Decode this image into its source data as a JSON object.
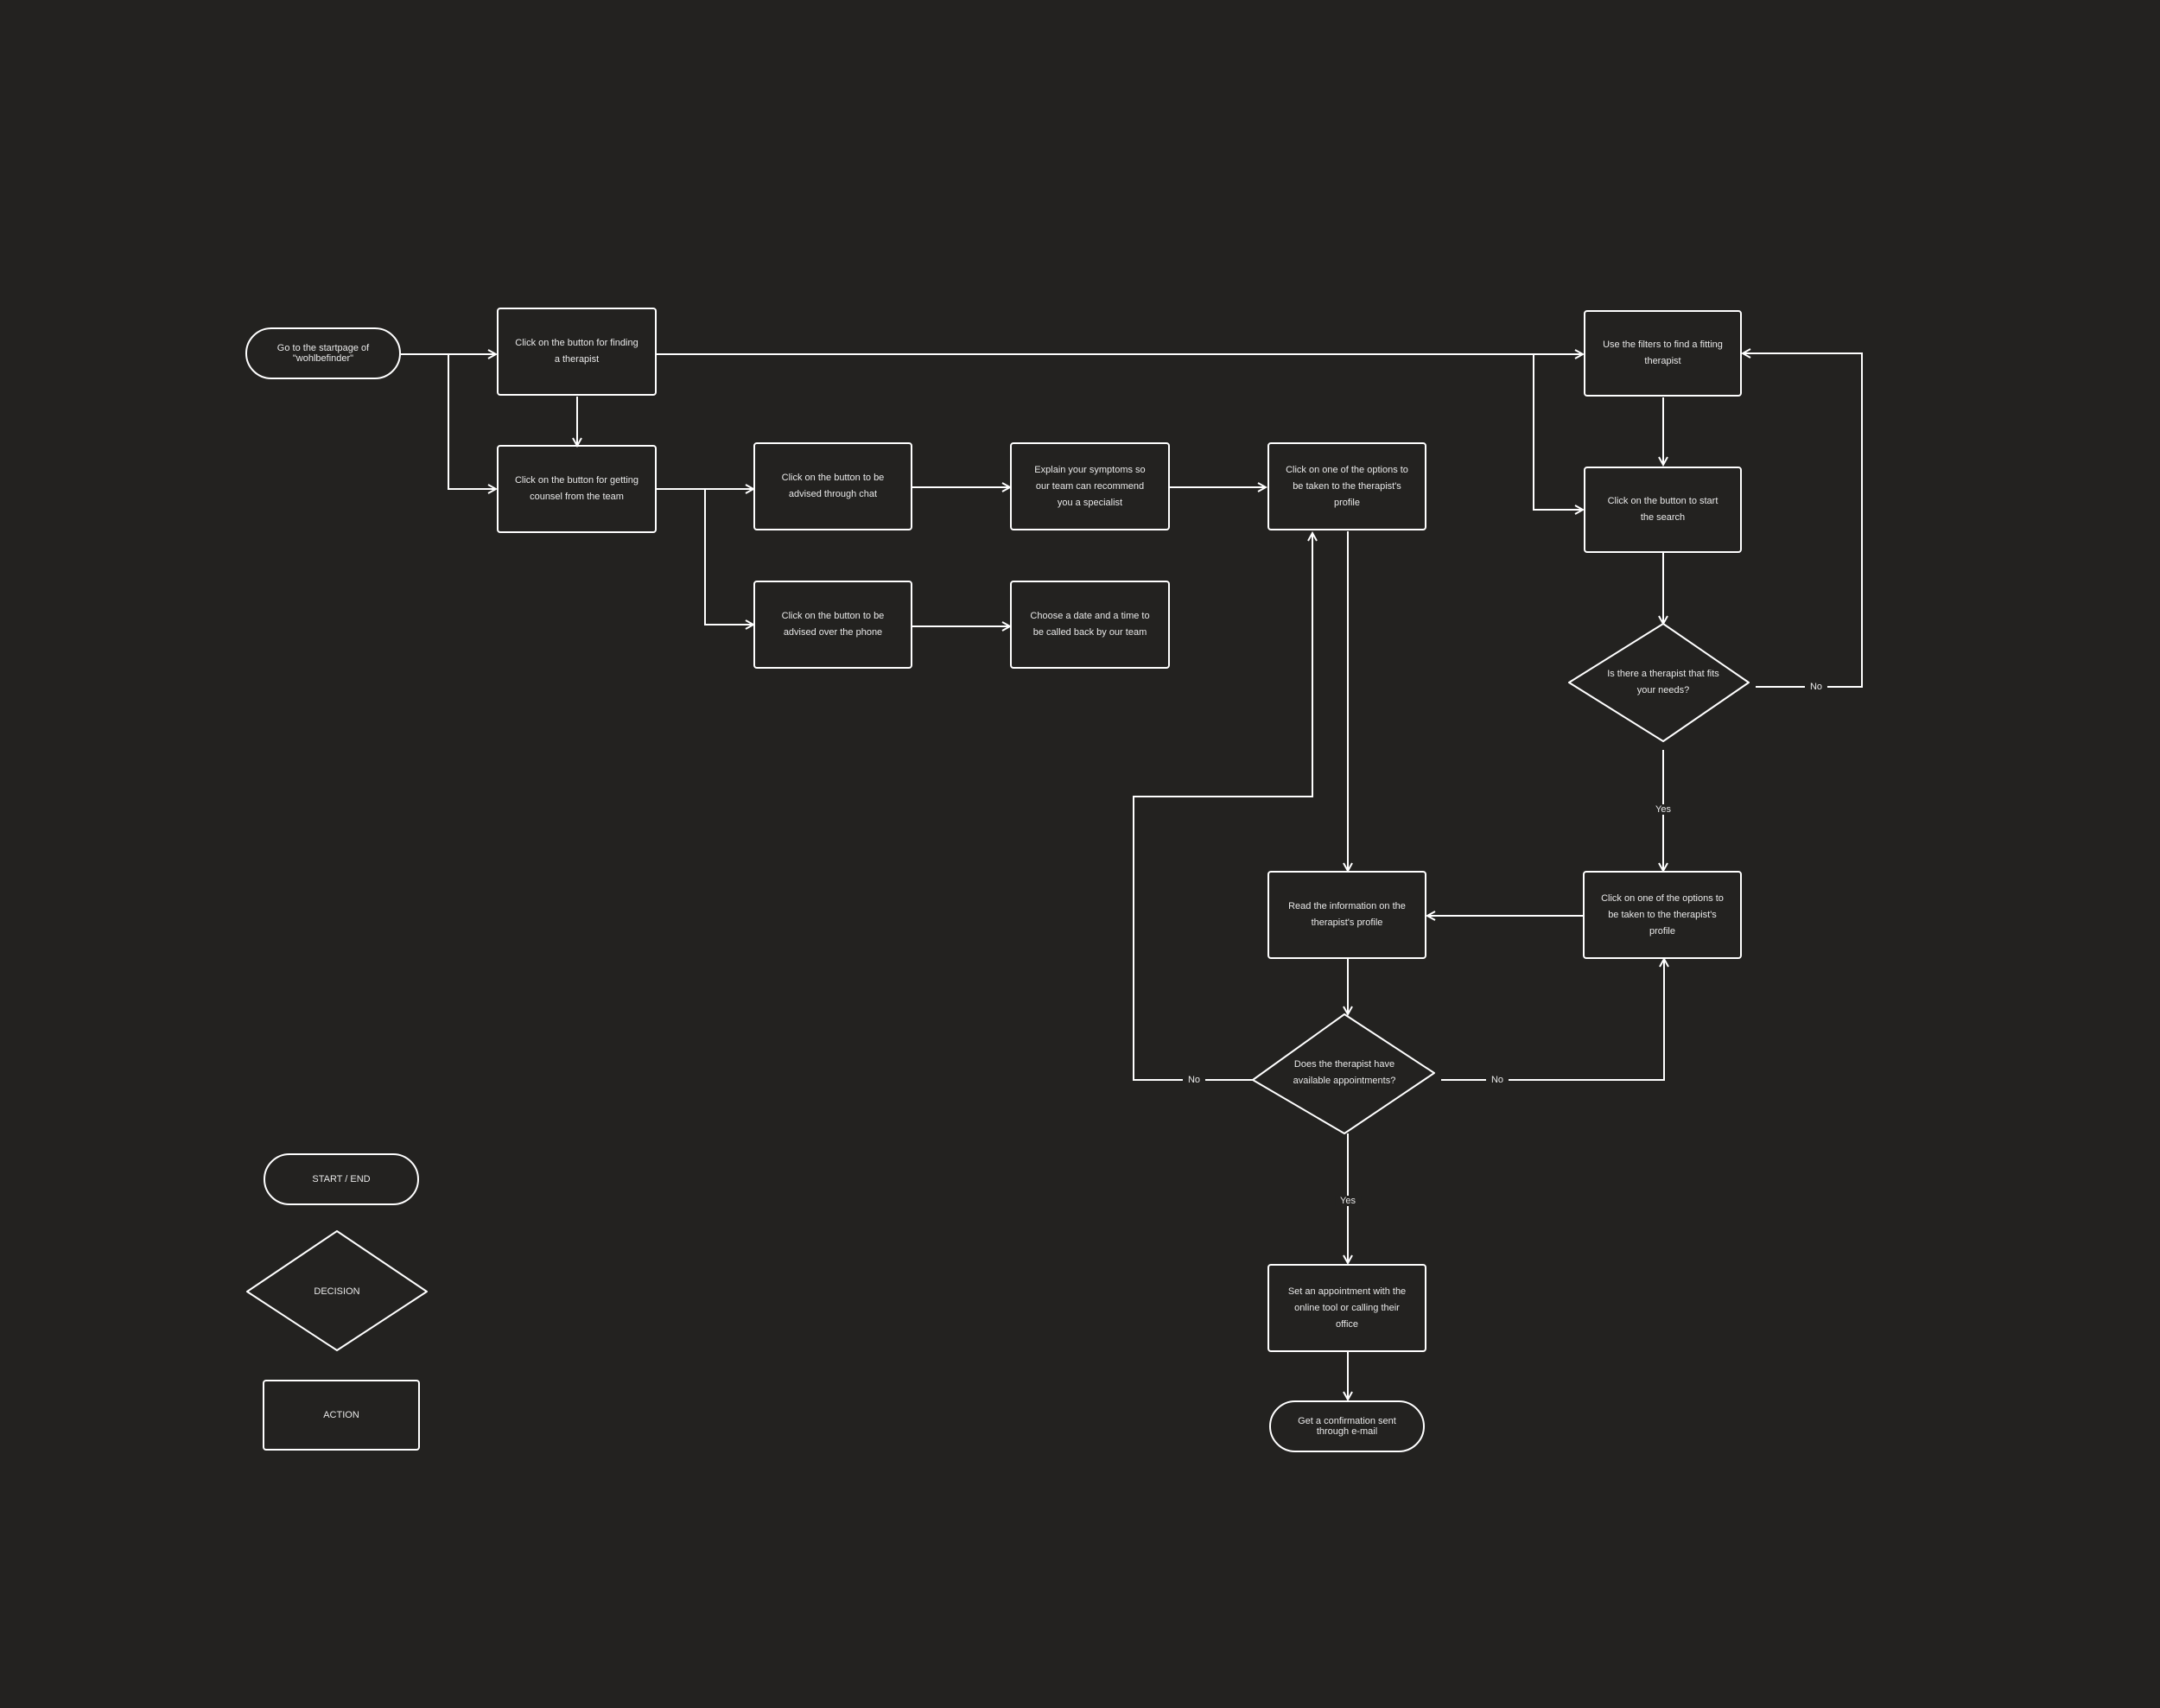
{
  "nodes": {
    "start": "Go to the startpage of \"wohlbefinder\"",
    "find_button": "Click on the button for finding a therapist",
    "counsel_button": "Click on the button for getting counsel from the team",
    "chat_button": "Click on the button to be advised through chat",
    "explain_symptoms": "Explain your symptoms so our team can recommend you a specialist",
    "options_chat": "Click on one of the options to be taken to the therapist's profile",
    "phone_button": "Click on the button to be advised over the phone",
    "choose_date": "Choose a date and a time to be called back by our team",
    "filters": "Use the filters to find a fitting therapist",
    "start_search": "Click on the button to start the search",
    "decision_fit": "Is there a therapist that fits your needs?",
    "options_search": "Click on one of the options to be taken to the therapist's profile",
    "read_profile": "Read the information on the therapist's profile",
    "decision_appointments": "Does the therapist have available appointments?",
    "set_appointment": "Set an appointment with the online tool or calling their office",
    "confirmation": "Get a confirmation sent through e-mail"
  },
  "edge_labels": {
    "fit_no": "No",
    "fit_yes": "Yes",
    "appt_no_left": "No",
    "appt_no_right": "No",
    "appt_yes": "Yes"
  },
  "legend": {
    "start_end": "START / END",
    "decision": "DECISION",
    "action": "ACTION"
  },
  "colors": {
    "background": "#232220",
    "stroke": "#ffffff",
    "text": "#e8e8e8"
  }
}
